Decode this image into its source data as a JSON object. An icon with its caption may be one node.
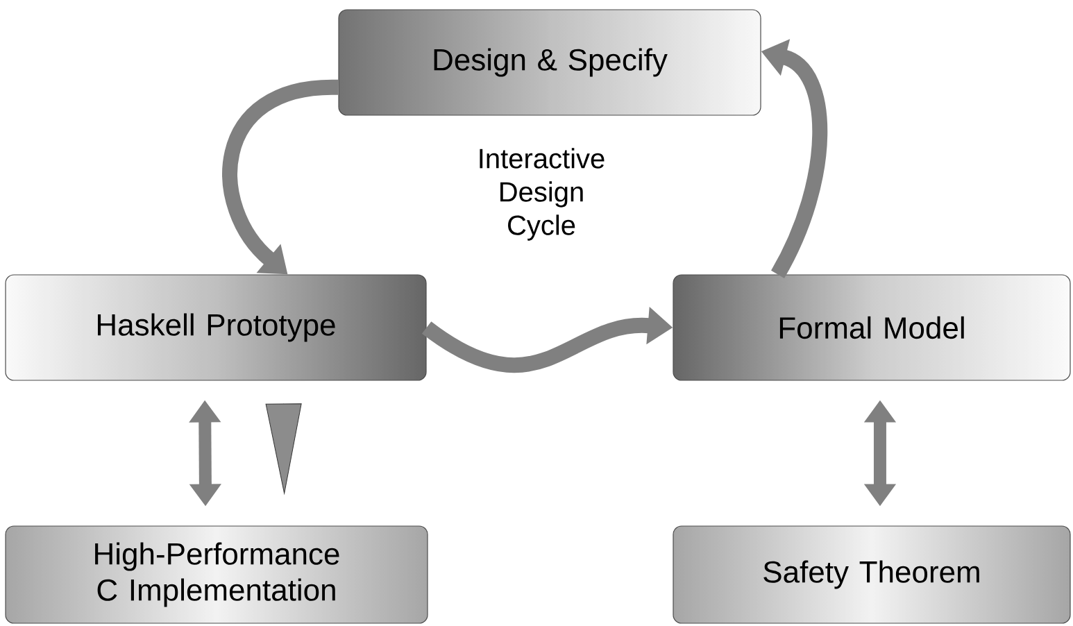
{
  "diagram": {
    "nodes": [
      {
        "text": [
          "Design & Specify"
        ]
      },
      {
        "text": [
          "Haskell Prototype"
        ]
      },
      {
        "text": [
          "Formal Model"
        ]
      },
      {
        "text": [
          "High-Performance C Implementation"
        ]
      },
      {
        "text": [
          "Safety Theorem"
        ]
      }
    ],
    "edges": [
      {
        "from": 0,
        "to": 1,
        "arrow": "to"
      },
      {
        "from": 1,
        "to": 2,
        "arrow": "to"
      },
      {
        "from": 2,
        "to": 0,
        "arrow": "to"
      },
      {
        "from": 1,
        "to": 3,
        "arrow": "both"
      },
      {
        "from": 1,
        "to": 3,
        "arrow": "to"
      },
      {
        "from": 4,
        "to": 2,
        "arrow": "both"
      }
    ],
    "labels": [
      "Interactive Design Cycle"
    ]
  }
}
